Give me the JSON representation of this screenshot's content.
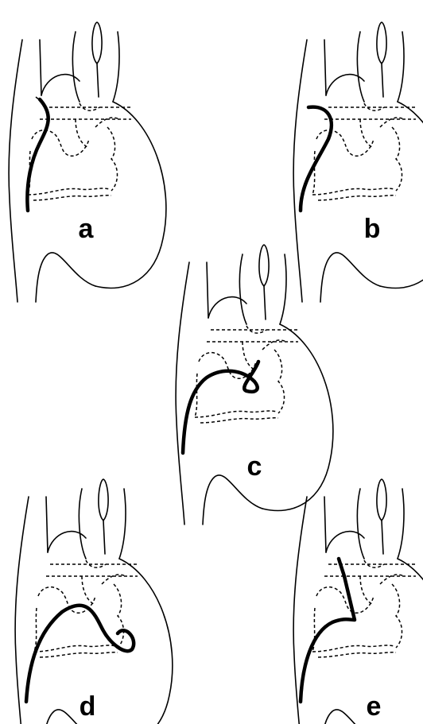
{
  "figure": {
    "panels": [
      {
        "label": "a",
        "catheter_shape": "short hook into upper chamber"
      },
      {
        "label": "b",
        "catheter_shape": "tip curved backward at valve level"
      },
      {
        "label": "c",
        "catheter_shape": "loop turning upward in ventricle"
      },
      {
        "label": "d",
        "catheter_shape": "wide loop reaching ventricular apex"
      },
      {
        "label": "e",
        "catheter_shape": "straight tip advanced across valve"
      }
    ],
    "colors": {
      "line": "#000000",
      "background": "#ffffff"
    }
  }
}
